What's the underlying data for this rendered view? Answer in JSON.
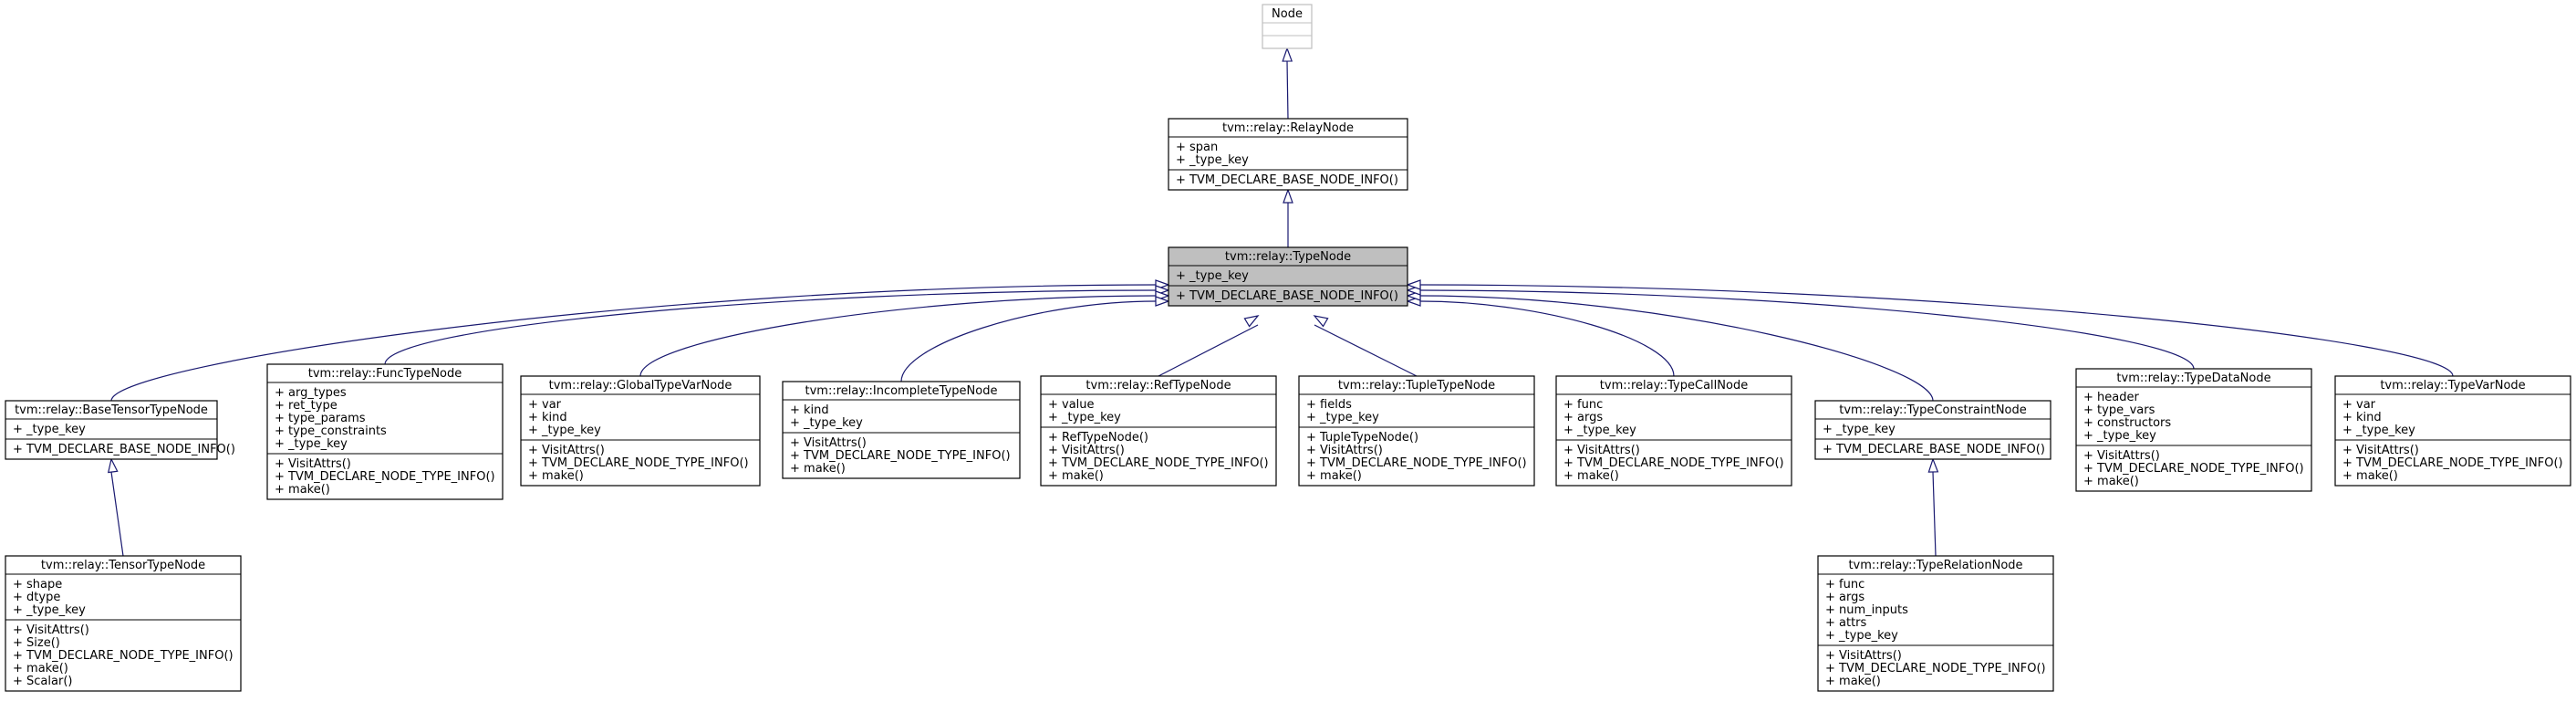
{
  "colors": {
    "edge": "#191970",
    "box_stroke": "#000000",
    "box_fill": "#ffffff",
    "highlight_fill": "#bfbfbf",
    "external_stroke": "#bfbfbf"
  },
  "nodes": [
    {
      "id": "node",
      "name": "Node",
      "attributes": [],
      "methods": [],
      "external": true
    },
    {
      "id": "relay-node",
      "name": "tvm::relay::RelayNode",
      "attributes": [
        "+ span",
        "+ _type_key"
      ],
      "methods": [
        "+ TVM_DECLARE_BASE_NODE_INFO()"
      ]
    },
    {
      "id": "type-node",
      "name": "tvm::relay::TypeNode",
      "attributes": [
        "+ _type_key"
      ],
      "methods": [
        "+ TVM_DECLARE_BASE_NODE_INFO()"
      ],
      "highlight": true
    },
    {
      "id": "base-tensor-type-node",
      "name": "tvm::relay::BaseTensorTypeNode",
      "attributes": [
        "+ _type_key"
      ],
      "methods": [
        "+ TVM_DECLARE_BASE_NODE_INFO()"
      ]
    },
    {
      "id": "func-type-node",
      "name": "tvm::relay::FuncTypeNode",
      "attributes": [
        "+ arg_types",
        "+ ret_type",
        "+ type_params",
        "+ type_constraints",
        "+ _type_key"
      ],
      "methods": [
        "+ VisitAttrs()",
        "+ TVM_DECLARE_NODE_TYPE_INFO()",
        "+ make()"
      ]
    },
    {
      "id": "global-type-var-node",
      "name": "tvm::relay::GlobalTypeVarNode",
      "attributes": [
        "+ var",
        "+ kind",
        "+ _type_key"
      ],
      "methods": [
        "+ VisitAttrs()",
        "+ TVM_DECLARE_NODE_TYPE_INFO()",
        "+ make()"
      ]
    },
    {
      "id": "incomplete-type-node",
      "name": "tvm::relay::IncompleteTypeNode",
      "attributes": [
        "+ kind",
        "+ _type_key"
      ],
      "methods": [
        "+ VisitAttrs()",
        "+ TVM_DECLARE_NODE_TYPE_INFO()",
        "+ make()"
      ]
    },
    {
      "id": "ref-type-node",
      "name": "tvm::relay::RefTypeNode",
      "attributes": [
        "+ value",
        "+ _type_key"
      ],
      "methods": [
        "+ RefTypeNode()",
        "+ VisitAttrs()",
        "+ TVM_DECLARE_NODE_TYPE_INFO()",
        "+ make()"
      ]
    },
    {
      "id": "tuple-type-node",
      "name": "tvm::relay::TupleTypeNode",
      "attributes": [
        "+ fields",
        "+ _type_key"
      ],
      "methods": [
        "+ TupleTypeNode()",
        "+ VisitAttrs()",
        "+ TVM_DECLARE_NODE_TYPE_INFO()",
        "+ make()"
      ]
    },
    {
      "id": "type-call-node",
      "name": "tvm::relay::TypeCallNode",
      "attributes": [
        "+ func",
        "+ args",
        "+ _type_key"
      ],
      "methods": [
        "+ VisitAttrs()",
        "+ TVM_DECLARE_NODE_TYPE_INFO()",
        "+ make()"
      ]
    },
    {
      "id": "type-constraint-node",
      "name": "tvm::relay::TypeConstraintNode",
      "attributes": [
        "+ _type_key"
      ],
      "methods": [
        "+ TVM_DECLARE_BASE_NODE_INFO()"
      ]
    },
    {
      "id": "type-data-node",
      "name": "tvm::relay::TypeDataNode",
      "attributes": [
        "+ header",
        "+ type_vars",
        "+ constructors",
        "+ _type_key"
      ],
      "methods": [
        "+ VisitAttrs()",
        "+ TVM_DECLARE_NODE_TYPE_INFO()",
        "+ make()"
      ]
    },
    {
      "id": "type-var-node",
      "name": "tvm::relay::TypeVarNode",
      "attributes": [
        "+ var",
        "+ kind",
        "+ _type_key"
      ],
      "methods": [
        "+ VisitAttrs()",
        "+ TVM_DECLARE_NODE_TYPE_INFO()",
        "+ make()"
      ]
    },
    {
      "id": "tensor-type-node",
      "name": "tvm::relay::TensorTypeNode",
      "attributes": [
        "+ shape",
        "+ dtype",
        "+ _type_key"
      ],
      "methods": [
        "+ VisitAttrs()",
        "+ Size()",
        "+ TVM_DECLARE_NODE_TYPE_INFO()",
        "+ make()",
        "+ Scalar()"
      ]
    },
    {
      "id": "type-relation-node",
      "name": "tvm::relay::TypeRelationNode",
      "attributes": [
        "+ func",
        "+ args",
        "+ num_inputs",
        "+ attrs",
        "+ _type_key"
      ],
      "methods": [
        "+ VisitAttrs()",
        "+ TVM_DECLARE_NODE_TYPE_INFO()",
        "+ make()"
      ]
    }
  ],
  "edges": [
    {
      "from": "relay-node",
      "to": "node"
    },
    {
      "from": "type-node",
      "to": "relay-node"
    },
    {
      "from": "base-tensor-type-node",
      "to": "type-node"
    },
    {
      "from": "func-type-node",
      "to": "type-node"
    },
    {
      "from": "global-type-var-node",
      "to": "type-node"
    },
    {
      "from": "incomplete-type-node",
      "to": "type-node"
    },
    {
      "from": "ref-type-node",
      "to": "type-node"
    },
    {
      "from": "tuple-type-node",
      "to": "type-node"
    },
    {
      "from": "type-call-node",
      "to": "type-node"
    },
    {
      "from": "type-constraint-node",
      "to": "type-node"
    },
    {
      "from": "type-data-node",
      "to": "type-node"
    },
    {
      "from": "type-var-node",
      "to": "type-node"
    },
    {
      "from": "tensor-type-node",
      "to": "base-tensor-type-node"
    },
    {
      "from": "type-relation-node",
      "to": "type-constraint-node"
    }
  ]
}
